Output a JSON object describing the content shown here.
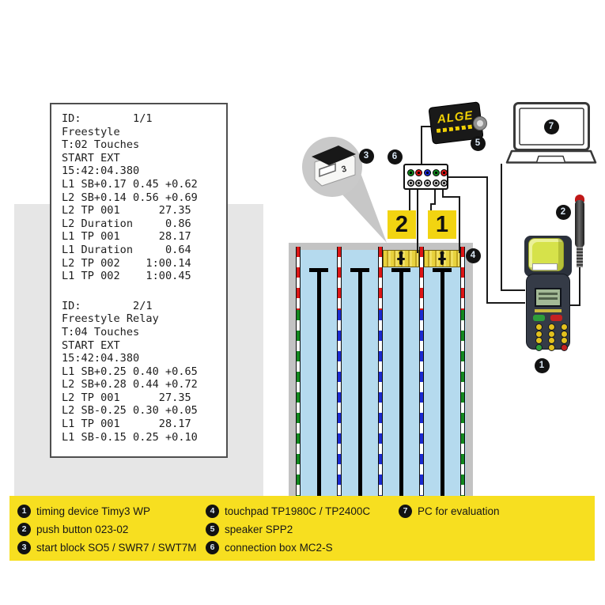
{
  "printout": {
    "blocks": [
      {
        "lines": [
          "ID:        1/1",
          "Freestyle",
          "T:02 Touches",
          "START EXT",
          "15:42:04.380",
          "L1 SB+0.17 0.45 +0.62",
          "L2 SB+0.14 0.56 +0.69",
          "L2 TP 001      27.35",
          "L2 Duration     0.86",
          "L1 TP 001      28.17",
          "L1 Duration     0.64",
          "L2 TP 002    1:00.14",
          "L1 TP 002    1:00.45"
        ]
      },
      {
        "lines": [
          "ID:        2/1",
          "Freestyle Relay",
          "T:04 Touches",
          "START EXT",
          "15:42:04.380",
          "L1 SB+0.25 0.40 +0.65",
          "L2 SB+0.28 0.44 +0.72",
          "L2 TP 001      27.35",
          "L2 SB-0.25 0.30 +0.05",
          "L1 TP 001      28.17",
          "L1 SB-0.15 0.25 +0.10"
        ]
      }
    ]
  },
  "diagram": {
    "lane_tags": [
      {
        "label": "2"
      },
      {
        "label": "1"
      }
    ],
    "start_block_number": "3",
    "speaker_brand": "ALGE"
  },
  "legend": {
    "items": [
      {
        "num": "1",
        "label": "timing device Timy3 WP"
      },
      {
        "num": "2",
        "label": "push button 023-02"
      },
      {
        "num": "3",
        "label": "start block SO5 / SWR7 / SWT7M"
      },
      {
        "num": "4",
        "label": "touchpad TP1980C / TP2400C"
      },
      {
        "num": "5",
        "label": "speaker SPP2"
      },
      {
        "num": "6",
        "label": "connection box MC2-S"
      },
      {
        "num": "7",
        "label": "PC for evaluation"
      }
    ]
  },
  "colors": {
    "legend_bg": "#f7df20",
    "accent_yellow": "#f2d411",
    "water": "#b5daee",
    "pool_wall": "#c3c3c3",
    "backdrop_gray": "#e6e6e6",
    "rope_red": "#dd1515",
    "rope_blue": "#1b2ad0",
    "rope_green": "#12891f",
    "touchpad_yellow": "#e8d23d",
    "wire": "#1a1a1a",
    "badge_bg": "#121212",
    "speaker_black": "#191919",
    "alge_yellow": "#f0d005"
  }
}
